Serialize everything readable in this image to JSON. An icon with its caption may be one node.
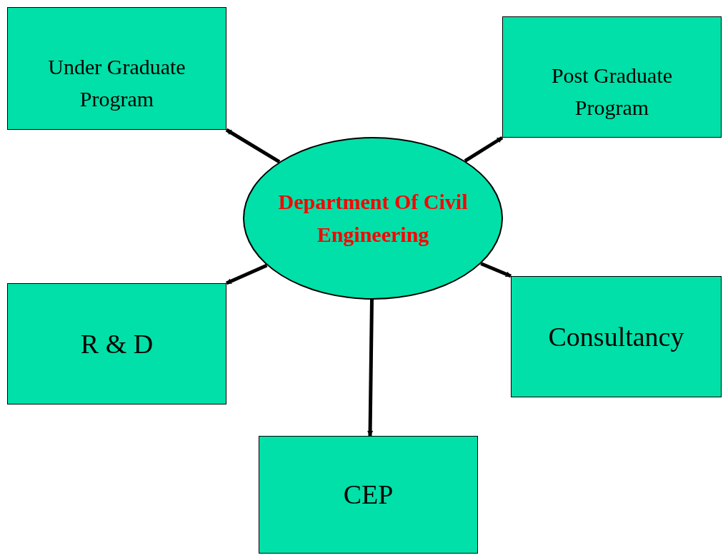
{
  "diagram": {
    "nodes": [
      {
        "text": [
          "Department Of Civil Engineering"
        ]
      },
      {
        "text": [
          "Under Graduate Program"
        ]
      },
      {
        "text": [
          "Post Graduate Program"
        ]
      },
      {
        "text": [
          "R & D"
        ]
      },
      {
        "text": [
          "Consultancy"
        ]
      },
      {
        "text": [
          "CEP"
        ]
      }
    ],
    "edges": [
      {
        "from": 0,
        "to": 1,
        "arrow": "to"
      },
      {
        "from": 0,
        "to": 2,
        "arrow": "to"
      },
      {
        "from": 0,
        "to": 3,
        "arrow": "to"
      },
      {
        "from": 0,
        "to": 4,
        "arrow": "to"
      },
      {
        "from": 0,
        "to": 5,
        "arrow": "to"
      }
    ]
  }
}
